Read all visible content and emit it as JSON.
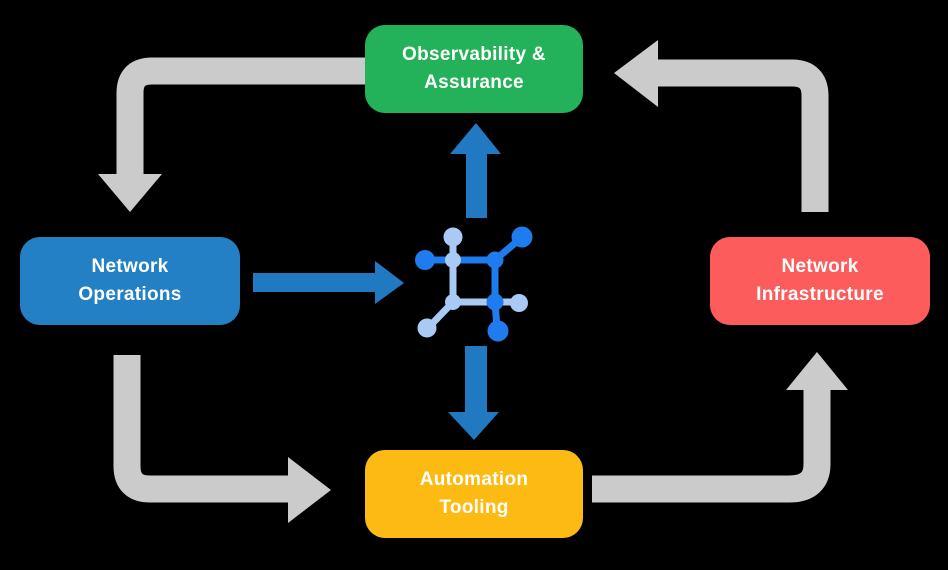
{
  "palette": {
    "green": "#23B159",
    "blue": "#2480C4",
    "red": "#FC5C5C",
    "yellow": "#FDBA12",
    "gray_arrow": "#CBCBCB",
    "blue_arrow": "#2179C1",
    "icon_blue": "#1E7CEE",
    "icon_light_blue": "#A8CAF5",
    "text": "#FFFFFF",
    "background": "#000000"
  },
  "nodes": {
    "observability": {
      "line1": "Observability &",
      "line2": "Assurance"
    },
    "operations": {
      "line1": "Network",
      "line2": "Operations"
    },
    "infrastructure": {
      "line1": "Network",
      "line2": "Infrastructure"
    },
    "automation": {
      "line1": "Automation",
      "line2": "Tooling"
    }
  },
  "center_icon": "network-fabric-icon",
  "arrows": {
    "gray_cycle": [
      {
        "from": "Observability & Assurance",
        "to": "Network Operations"
      },
      {
        "from": "Network Operations",
        "to": "Automation Tooling"
      },
      {
        "from": "Automation Tooling",
        "to": "Network Infrastructure"
      },
      {
        "from": "Network Infrastructure",
        "to": "Observability & Assurance"
      }
    ],
    "blue_links": [
      {
        "from": "Network Operations",
        "to": "center-icon"
      },
      {
        "from": "center-icon",
        "to": "Observability & Assurance"
      },
      {
        "from": "center-icon",
        "to": "Automation Tooling"
      }
    ]
  }
}
